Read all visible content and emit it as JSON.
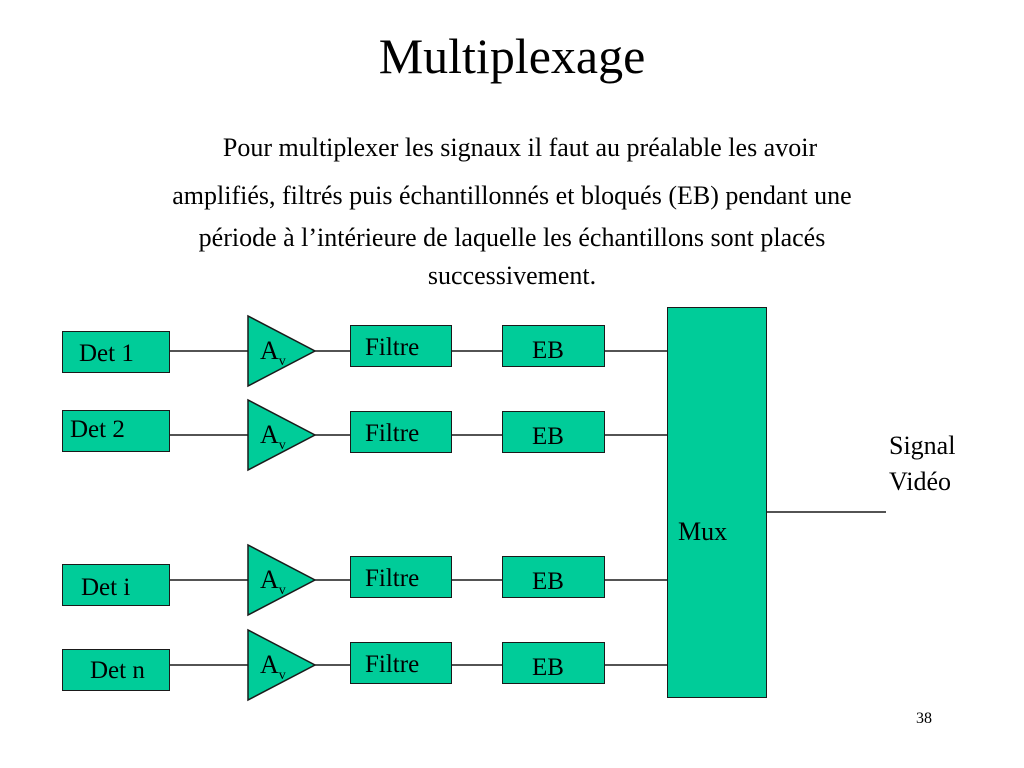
{
  "slide": {
    "title": "Multiplexage",
    "paragraph": [
      "Pour multiplexer les signaux il faut au préalable les avoir",
      "amplifiés, filtrés puis échantillonnés et bloqués  (EB) pendant une",
      "période à l’intérieure de laquelle les échantillons sont placés",
      "successivement."
    ],
    "page_number": "38"
  },
  "diagram": {
    "detectors": [
      "Det 1",
      "Det 2",
      "Det i",
      "Det n"
    ],
    "amplifier": {
      "main": "A",
      "sub": "v"
    },
    "filter_label": "Filtre",
    "eb_label": "EB",
    "mux_label": "Mux",
    "output": {
      "line1": "Signal",
      "line2": "Vidéo"
    },
    "colors": {
      "block_fill": "#00cc99",
      "stroke": "#1a1a1a"
    }
  }
}
